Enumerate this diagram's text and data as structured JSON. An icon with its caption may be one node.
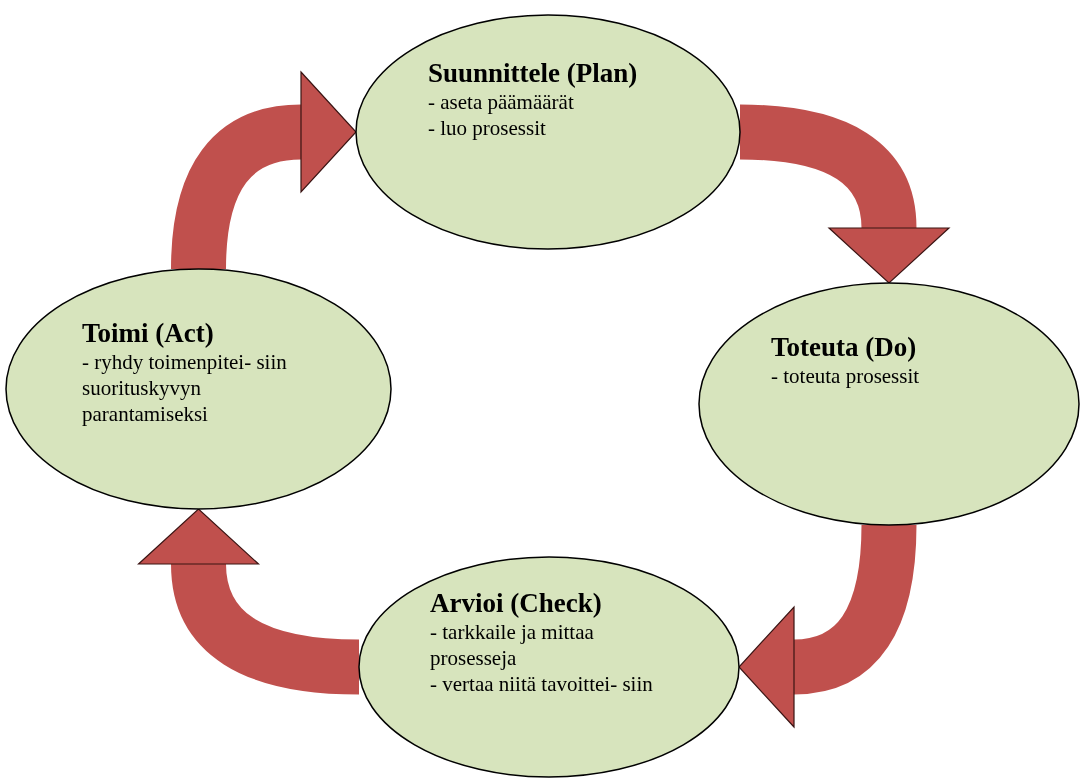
{
  "diagram": {
    "nodes": [
      {
        "text": [
          "Suunnittele (Plan)",
          "- aseta päämäärät",
          "- luo prosessit"
        ]
      },
      {
        "text": [
          "Toteuta (Do)",
          "- toteuta prosessit"
        ]
      },
      {
        "text": [
          "Arvioi (Check)",
          "- tarkkaile ja mittaa prosesseja",
          "- vertaa niitä tavoittei- siin"
        ]
      },
      {
        "text": [
          "Toimi (Act)",
          "- ryhdy toimenpitei- siin suorituskyvyn parantamiseksi"
        ]
      }
    ],
    "edges": [
      {
        "from": 0,
        "to": 1,
        "arrow": "to"
      },
      {
        "from": 1,
        "to": 2,
        "arrow": "to"
      },
      {
        "from": 2,
        "to": 3,
        "arrow": "to"
      },
      {
        "from": 3,
        "to": 0,
        "arrow": "to"
      }
    ]
  }
}
